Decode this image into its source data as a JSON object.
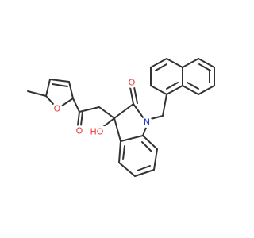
{
  "molecule": {
    "colors": {
      "bond": "#333333",
      "oxygen": "#e53935",
      "nitrogen": "#1e3fcc",
      "background": "#ffffff"
    },
    "atom_labels": {
      "furan_oxygen": "O",
      "ketone_oxygen": "O",
      "lactam_oxygen": "O",
      "hydroxyl": "HO",
      "nitrogen": "N"
    }
  }
}
